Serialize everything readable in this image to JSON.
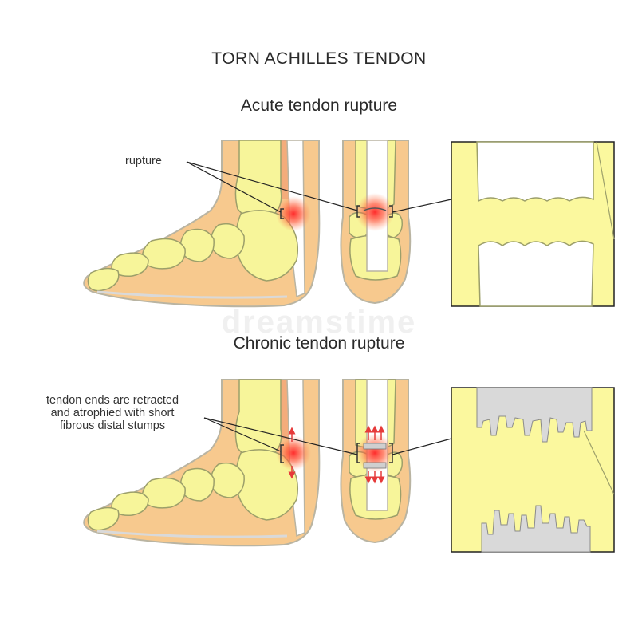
{
  "title": "TORN ACHILLES TENDON",
  "sections": {
    "acute": {
      "subtitle": "Acute tendon rupture",
      "label": "rupture"
    },
    "chronic": {
      "subtitle": "Chronic tendon rupture",
      "label_lines": [
        "tendon ends are retracted",
        "and atrophied with short",
        "fibrous distal stumps"
      ]
    }
  },
  "watermark": "dreamstime",
  "colors": {
    "skin": "#f7c98e",
    "skin_outline": "#b9b4a2",
    "bone": "#f7f59a",
    "bone_outline": "#9c9f6a",
    "tendon": "#ffffff",
    "rupture_glow": "#ff3a3a",
    "stump": "#d9d9d9",
    "zoom_fill": "#fbf89e",
    "line": "#222222",
    "arrow": "#e63a3a"
  }
}
